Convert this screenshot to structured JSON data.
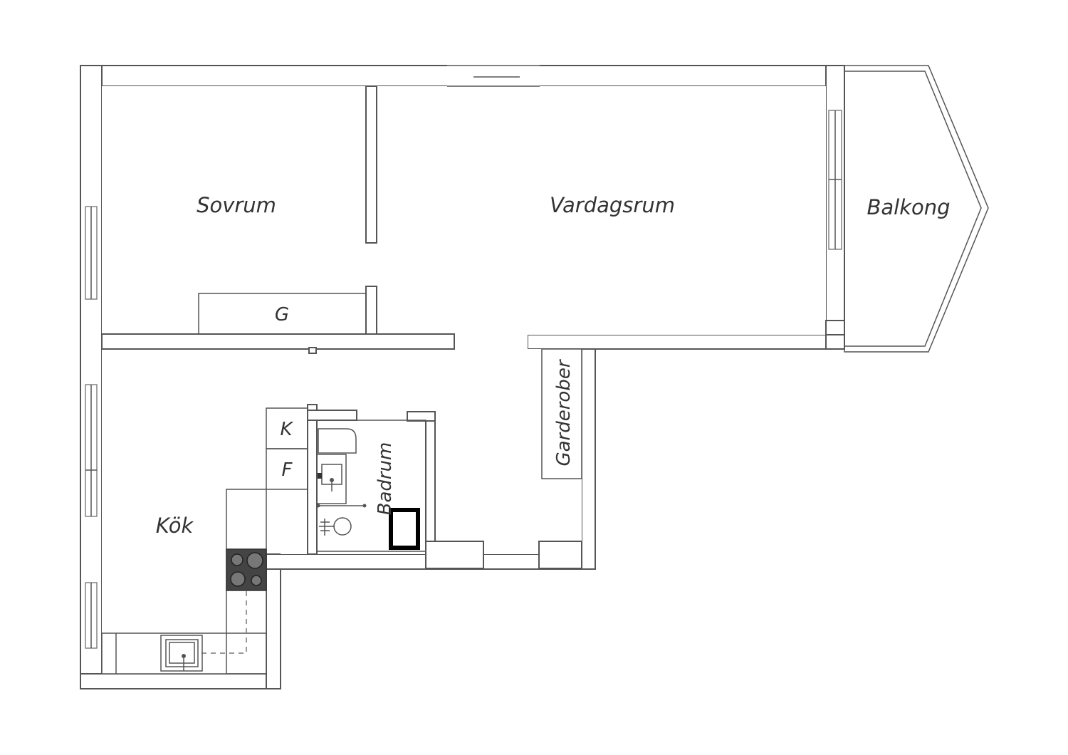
{
  "rooms": {
    "sovrum": "Sovrum",
    "vardagsrum": "Vardagsrum",
    "balkong": "Balkong",
    "kok": "Kök",
    "badrum": "Badrum",
    "garderober": "Garderober"
  },
  "fixtures": {
    "garderob": "G",
    "kyl": "K",
    "frys": "F"
  },
  "colors": {
    "wall_stroke": "#555555",
    "stove": "#444444",
    "toilet_highlight": "#000000"
  },
  "icons": [
    "stove-icon",
    "kitchen-sink-icon",
    "toilet-icon",
    "washbasin-icon",
    "shower-icon"
  ]
}
